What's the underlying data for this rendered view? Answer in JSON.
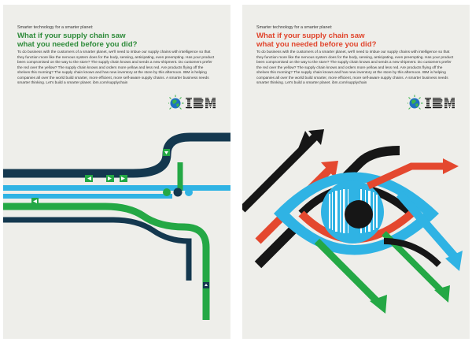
{
  "posters": [
    {
      "tagline": "Smarter technology for a smarter planet:",
      "headline_line1": "What if your supply chain saw",
      "headline_line2": "what you needed before you did?",
      "body": "To do business with the customers of a smarter planet, we'll need to imbue our supply chains with intelligence so that they function more like the nervous system does for the body, sensing, anticipating, even preempting. Has your product been compromised on the way to the store? The supply chain knows and sends a new shipment. Do customers prefer the red over the yellow? The supply chain knows and orders more yellow and less red. Are products flying off the shelves this morning? The supply chain knows and has new inventory at the store by this afternoon. IBM is helping companies all over the world build smarter, more efficient, more self-aware supply chains. A smarter business needs smarter thinking. Let's build a smarter planet. ibm.com/supplychain",
      "logo_text": "IBM",
      "accent_color": "#2e8b3a",
      "illustration": "supply-chain-conveyor-tracks"
    },
    {
      "tagline": "Smarter technology for a smarter planet:",
      "headline_line1": "What if your supply chain saw",
      "headline_line2": "what you needed before you did?",
      "body": "To do business with the customers of a smarter planet, we'll need to imbue our supply chains with intelligence so that they function more like the nervous system does for the body, sensing, anticipating, even preempting. Has your product been compromised on the way to the store? The supply chain knows and sends a new shipment. Do customers prefer the red over the yellow? The supply chain knows and orders more yellow and less red. Are products flying off the shelves this morning? The supply chain knows and has new inventory at the store by this afternoon. IBM is helping companies all over the world build smarter, more efficient, more self-aware supply chains. A smarter business needs smarter thinking. Let's build a smarter planet. ibm.com/supplychain",
      "logo_text": "IBM",
      "accent_color": "#e0442b",
      "illustration": "eye-with-arrows"
    }
  ],
  "palette": {
    "navy": "#14384f",
    "cyan": "#2fb3e4",
    "green": "#24a845",
    "red": "#e4482f",
    "black": "#161616",
    "ibm_blue": "#1f70c1"
  }
}
